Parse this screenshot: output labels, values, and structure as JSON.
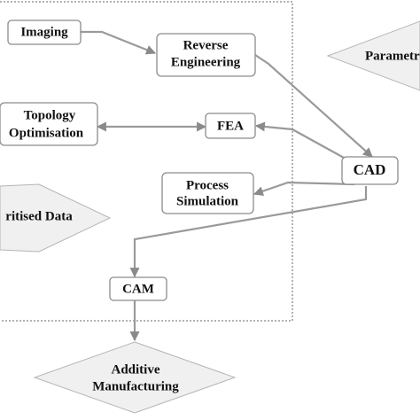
{
  "nodes": {
    "imaging": {
      "label": "Imaging"
    },
    "reverse_engineering": {
      "label": [
        "Reverse",
        "Engineering"
      ]
    },
    "parametric": {
      "label": "Parametr"
    },
    "topology_optimisation": {
      "label": [
        "Topology",
        "Optimisation"
      ]
    },
    "fea": {
      "label": "FEA"
    },
    "cad": {
      "label": "CAD"
    },
    "process_simulation": {
      "label": [
        "Process",
        "Simulation"
      ]
    },
    "digitised_data": {
      "label": "ritised Data"
    },
    "cam": {
      "label": "CAM"
    },
    "additive_manufacturing": {
      "label": [
        "Additive",
        "Manufacturing"
      ]
    }
  },
  "colors": {
    "arrow": "#9a9a9a",
    "box_border": "#8c8c8c",
    "diamond_fill": "#f0f0f0",
    "text": "#111111"
  }
}
